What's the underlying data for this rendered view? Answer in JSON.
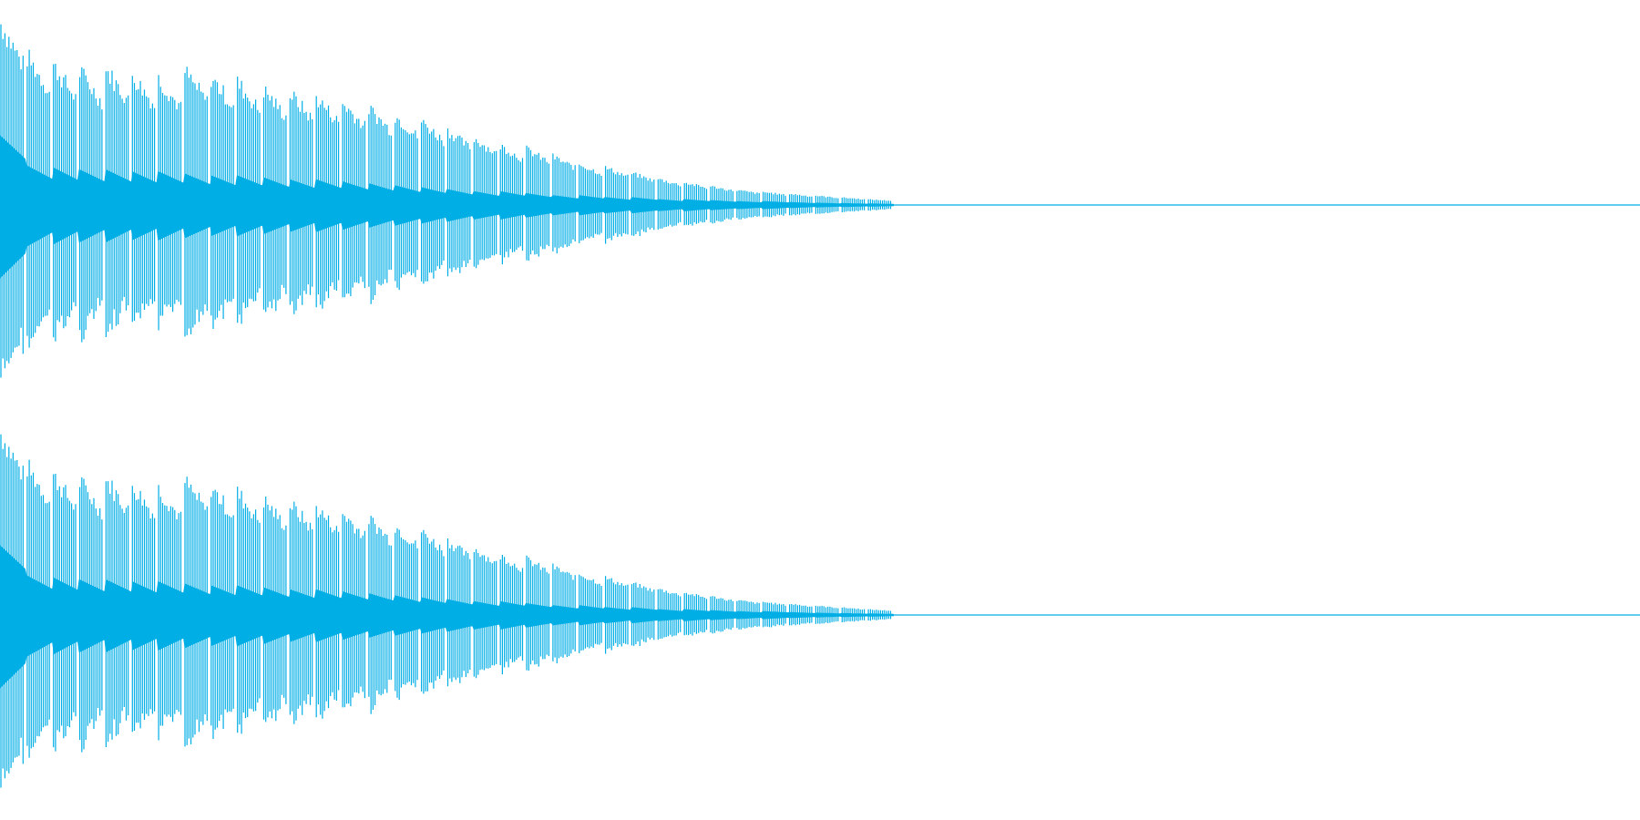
{
  "waveform": {
    "channels": 2,
    "color": "#00aee6",
    "background": "#ffffff",
    "pulse_count": 34,
    "peak_amplitude_initial": 0.98,
    "decay_to_silence_fraction": 0.545,
    "pulse_envelope": [
      0.98,
      0.8,
      0.75,
      0.72,
      0.73,
      0.7,
      0.68,
      0.72,
      0.69,
      0.66,
      0.62,
      0.6,
      0.58,
      0.55,
      0.52,
      0.48,
      0.45,
      0.4,
      0.36,
      0.32,
      0.3,
      0.26,
      0.22,
      0.2,
      0.17,
      0.14,
      0.12,
      0.1,
      0.08,
      0.07,
      0.06,
      0.05,
      0.04,
      0.03
    ],
    "body_envelope": [
      0.35,
      0.2,
      0.19,
      0.18,
      0.18,
      0.17,
      0.17,
      0.16,
      0.15,
      0.15,
      0.14,
      0.13,
      0.13,
      0.12,
      0.11,
      0.1,
      0.09,
      0.08,
      0.07,
      0.07,
      0.06,
      0.05,
      0.05,
      0.04,
      0.04,
      0.03,
      0.03,
      0.025,
      0.02,
      0.02,
      0.015,
      0.012,
      0.01,
      0.008
    ]
  }
}
